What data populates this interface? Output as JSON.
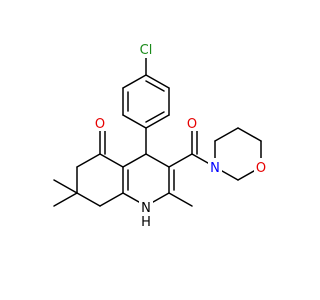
{
  "molecule": {
    "atoms": [
      {
        "text": "Cl",
        "color": "#1a8a1a"
      },
      {
        "text": "O",
        "color": "#e60000"
      },
      {
        "text": "O",
        "color": "#e60000"
      },
      {
        "text": "N",
        "color": "#0000ff"
      },
      {
        "text": "O",
        "color": "#e60000"
      },
      {
        "text": "N",
        "color": "#000000"
      },
      {
        "text": "H",
        "color": "#000000"
      }
    ],
    "bond_color": "#000000"
  }
}
